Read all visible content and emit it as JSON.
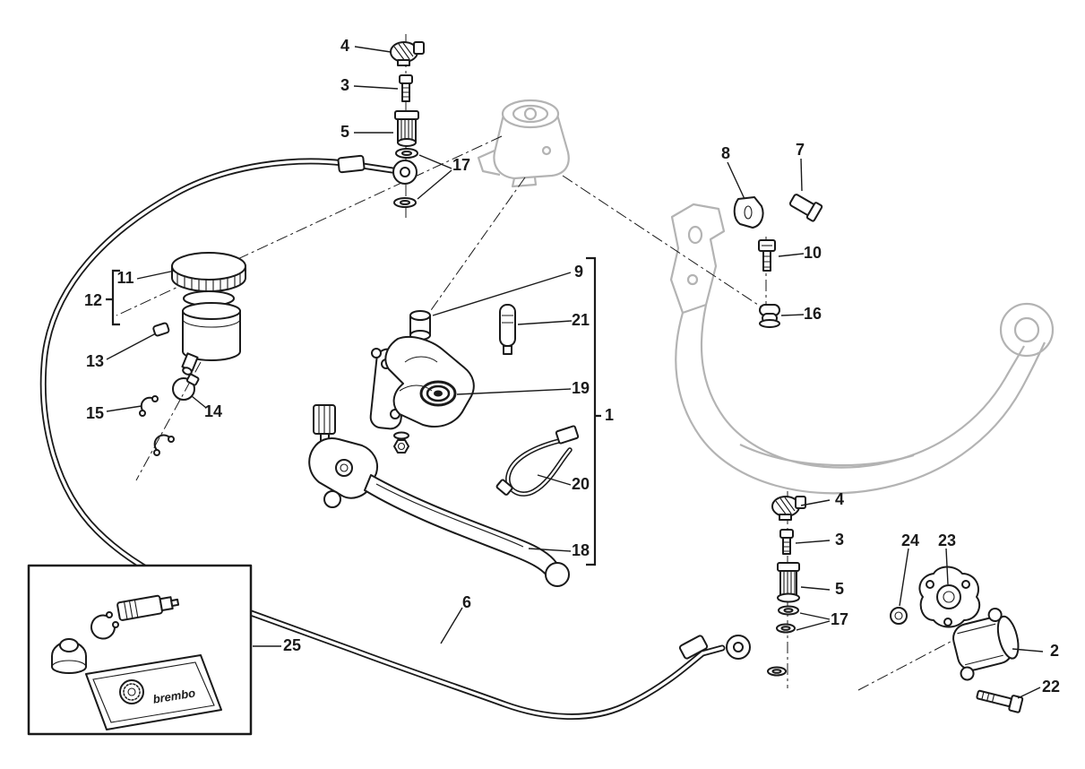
{
  "colors": {
    "line": "#1a1a1a",
    "ghost": "#b3b3b3"
  },
  "diagram": {
    "callouts": [
      {
        "label": "4"
      },
      {
        "label": "3"
      },
      {
        "label": "5"
      },
      {
        "label": "17"
      },
      {
        "label": "8"
      },
      {
        "label": "7"
      },
      {
        "label": "10"
      },
      {
        "label": "16"
      },
      {
        "label": "9"
      },
      {
        "label": "21"
      },
      {
        "label": "11"
      },
      {
        "label": "12"
      },
      {
        "label": "13"
      },
      {
        "label": "15"
      },
      {
        "label": "14"
      },
      {
        "label": "19"
      },
      {
        "label": "20"
      },
      {
        "label": "18"
      },
      {
        "label": "1"
      },
      {
        "label": "6"
      },
      {
        "label": "25"
      },
      {
        "label": "4"
      },
      {
        "label": "3"
      },
      {
        "label": "5"
      },
      {
        "label": "17"
      },
      {
        "label": "24"
      },
      {
        "label": "23"
      },
      {
        "label": "2"
      },
      {
        "label": "22"
      }
    ],
    "kit": {
      "brand_label": "brembo"
    }
  }
}
